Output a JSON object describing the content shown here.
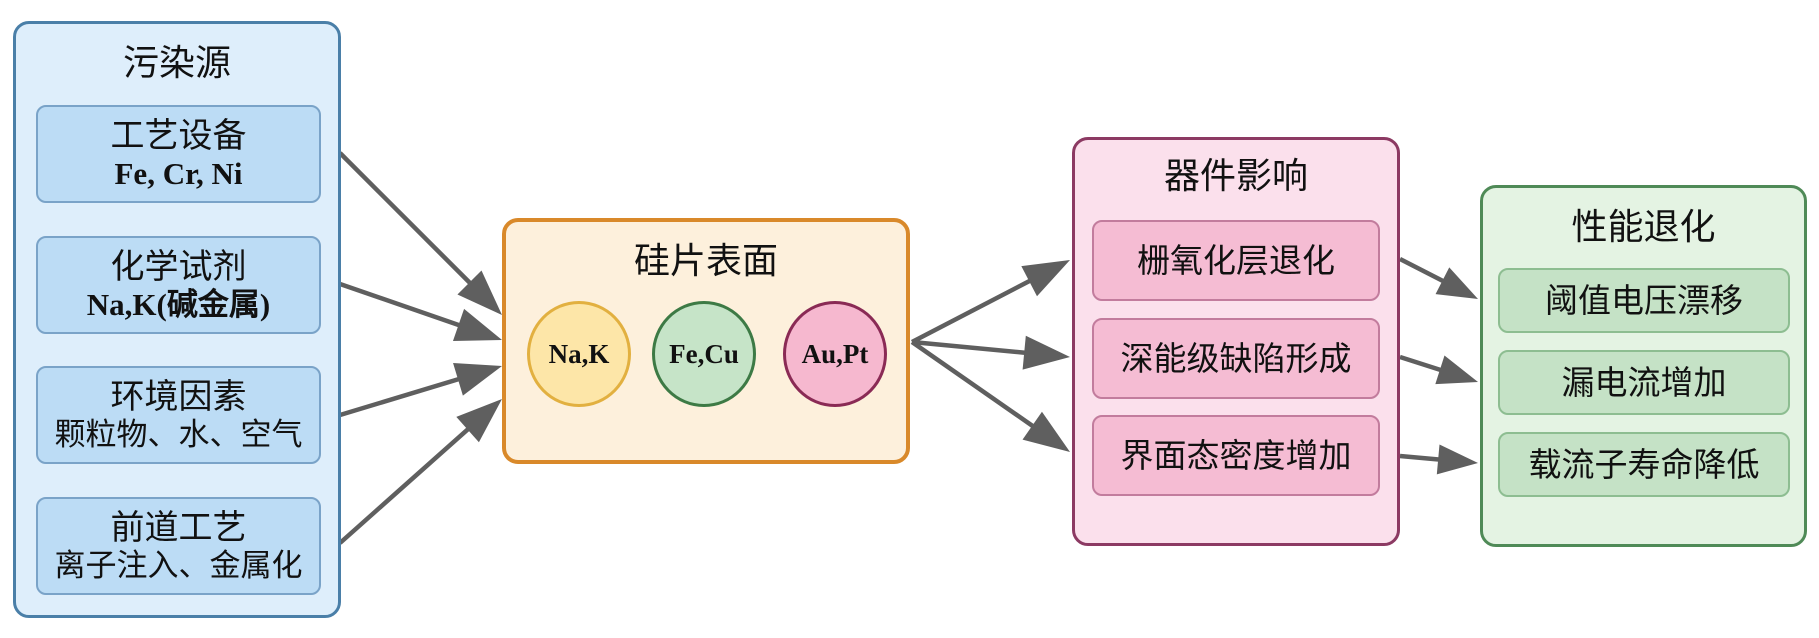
{
  "colors": {
    "arrow": "#5f5f5f",
    "sources_border": "#4a7fa8",
    "wafer_border": "#d9892a",
    "device_border": "#8c3a63",
    "performance_border": "#4f8a57"
  },
  "sources": {
    "title": "污染源",
    "items": [
      {
        "line1": "工艺设备",
        "line2": "Fe, Cr, Ni"
      },
      {
        "line1": "化学试剂",
        "line2": "Na,K(碱金属)"
      },
      {
        "line1": "环境因素",
        "line2": "颗粒物、水、空气"
      },
      {
        "line1": "前道工艺",
        "line2": "离子注入、金属化"
      }
    ]
  },
  "wafer": {
    "title": "硅片表面",
    "contaminants": [
      {
        "label": "Na,K",
        "fill": "#fde6a8",
        "stroke": "#e2b040"
      },
      {
        "label": "Fe,Cu",
        "fill": "#c6e4c8",
        "stroke": "#3d7a45"
      },
      {
        "label": "Au,Pt",
        "fill": "#f6b8cf",
        "stroke": "#8a2a55"
      }
    ]
  },
  "device": {
    "title": "器件影响",
    "items": [
      "栅氧化层退化",
      "深能级缺陷形成",
      "界面态密度增加"
    ]
  },
  "performance": {
    "title": "性能退化",
    "items": [
      "阈值电压漂移",
      "漏电流增加",
      "载流子寿命降低"
    ]
  },
  "connections": [
    {
      "from": "sources.items.0",
      "to": "wafer"
    },
    {
      "from": "sources.items.1",
      "to": "wafer"
    },
    {
      "from": "sources.items.2",
      "to": "wafer"
    },
    {
      "from": "sources.items.3",
      "to": "wafer"
    },
    {
      "from": "wafer",
      "to": "device.items.0"
    },
    {
      "from": "wafer",
      "to": "device.items.1"
    },
    {
      "from": "wafer",
      "to": "device.items.2"
    },
    {
      "from": "device.items.0",
      "to": "performance.items.0"
    },
    {
      "from": "device.items.1",
      "to": "performance.items.1"
    },
    {
      "from": "device.items.2",
      "to": "performance.items.2"
    }
  ]
}
